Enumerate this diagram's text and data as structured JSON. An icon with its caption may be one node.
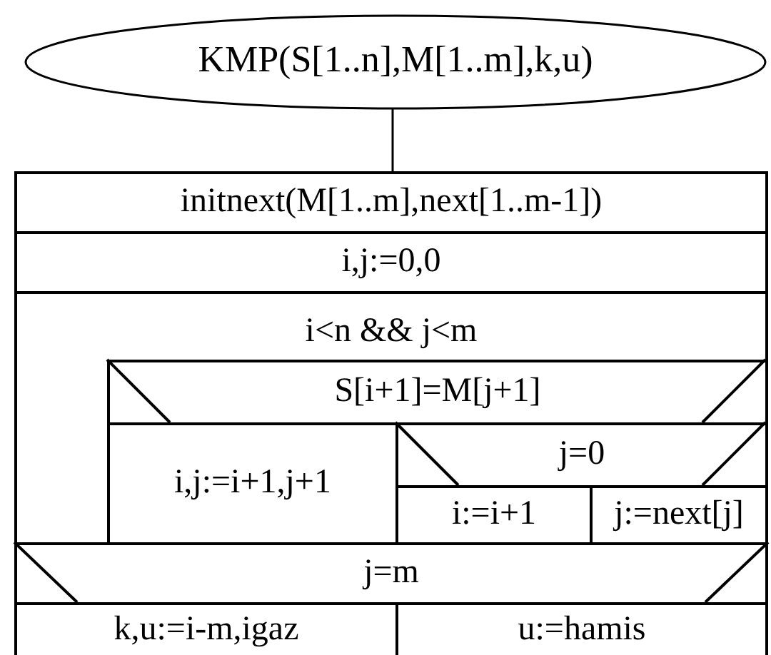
{
  "diagram": {
    "nodes": [
      {
        "text": [
          "KMP(S[1..n],M[1..m],k,u)"
        ]
      },
      {
        "text": [
          "initnext(M[1..m],next[1..m-1])"
        ]
      },
      {
        "text": [
          "i,j:=0,0"
        ]
      },
      {
        "text": [
          "i<n && j<m"
        ]
      },
      {
        "text": [
          "S[i+1]=M[j+1]"
        ],
        "in": 3
      },
      {
        "text": [
          "i,j:=i+1,j+1"
        ],
        "in": 4
      },
      {
        "text": [
          "j=0"
        ],
        "in": 4
      },
      {
        "text": [
          "i:=i+1"
        ],
        "in": 6
      },
      {
        "text": [
          "j:=next[j]"
        ],
        "in": 6
      },
      {
        "text": [
          "j=m"
        ]
      },
      {
        "text": [
          "k,u:=i-m,igaz"
        ],
        "in": 9
      },
      {
        "text": [
          "u:=hamis"
        ],
        "in": 9
      }
    ],
    "edges": [
      {
        "from": 0,
        "to": 1,
        "arrow": "none"
      }
    ]
  }
}
